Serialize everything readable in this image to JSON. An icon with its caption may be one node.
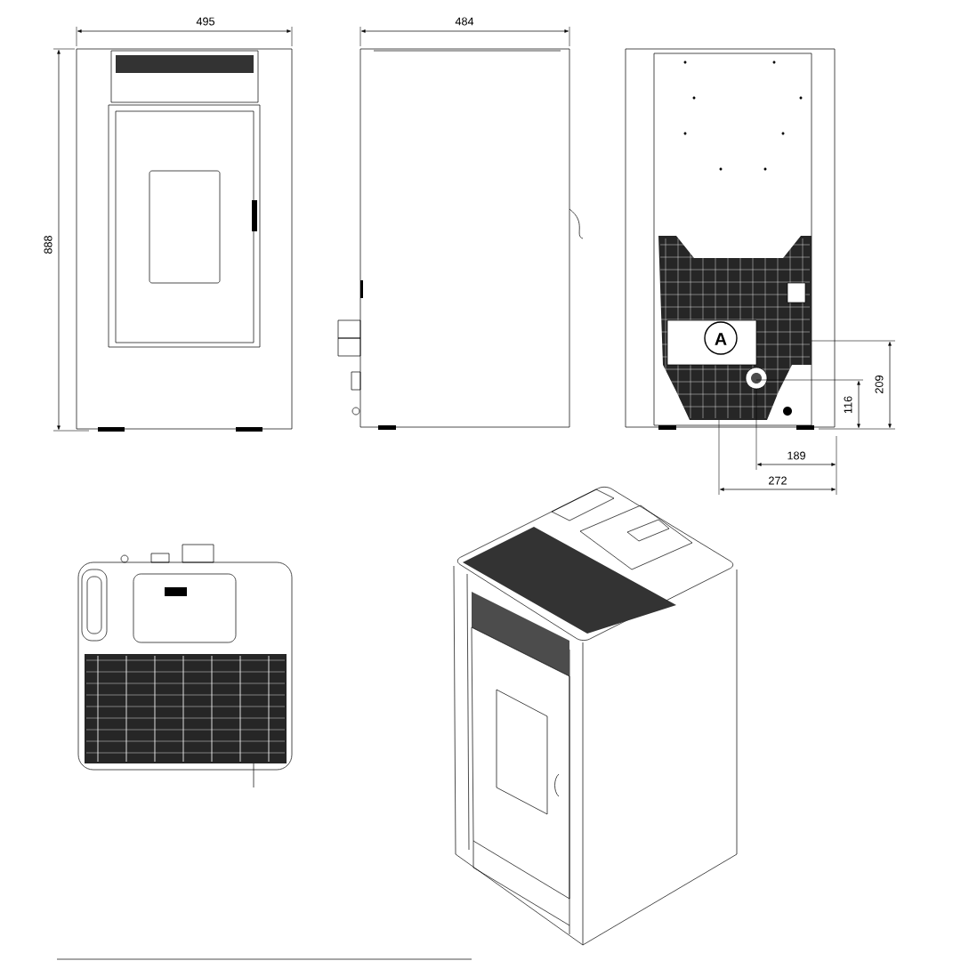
{
  "diagram": {
    "labels": [
      "495",
      "484",
      "888",
      "A",
      "209",
      "116",
      "189",
      "272"
    ]
  }
}
